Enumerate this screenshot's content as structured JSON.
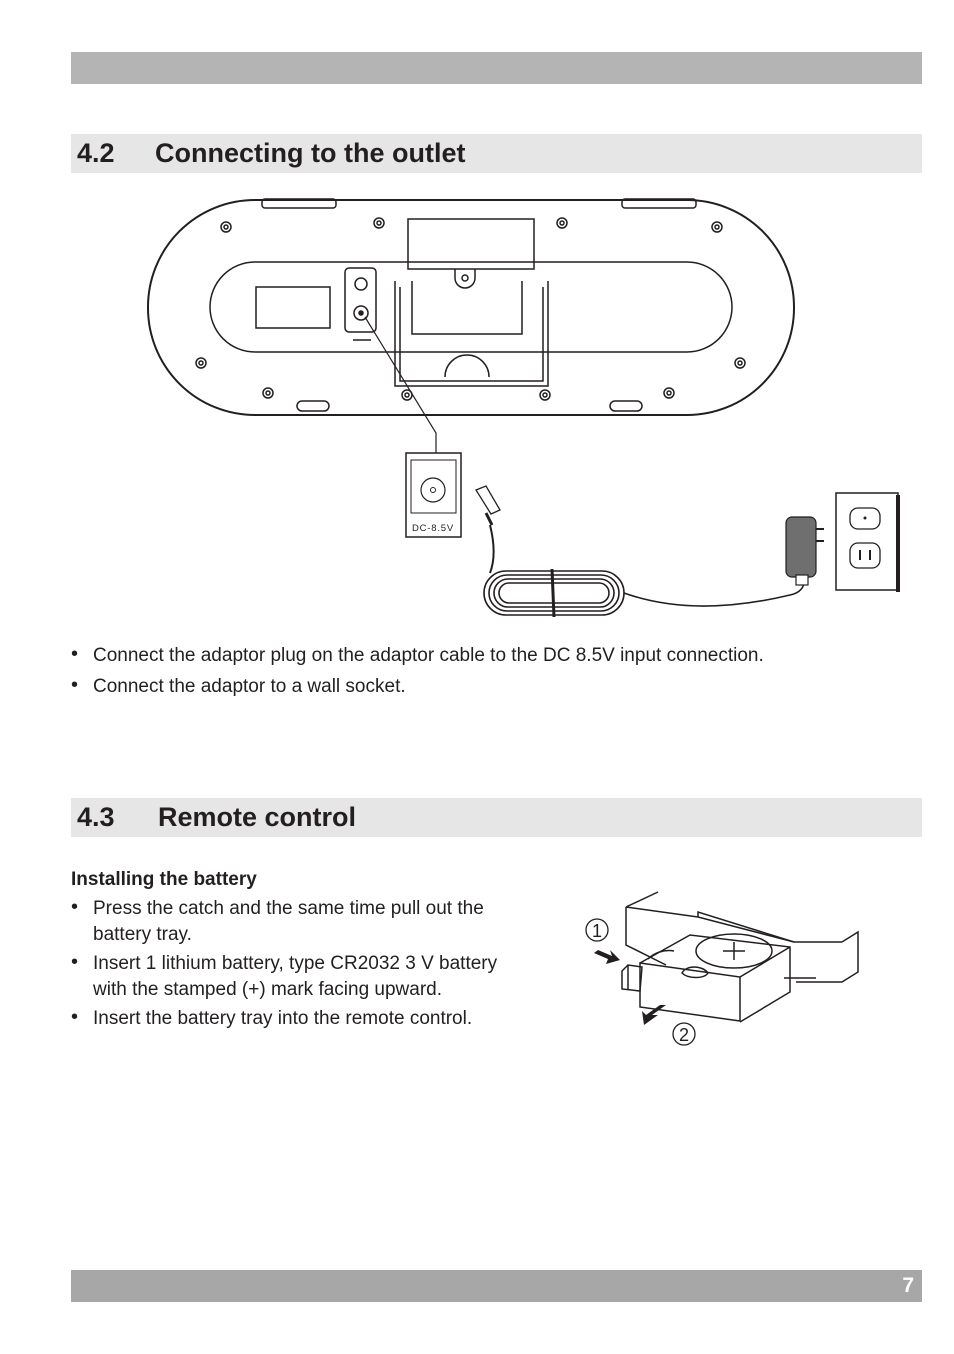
{
  "sections": {
    "s42": {
      "number": "4.2",
      "title": "Connecting to the outlet"
    },
    "s43": {
      "number": "4.3",
      "title": "Remote control"
    }
  },
  "figure_outlet": {
    "jack_label": "DC-8.5V"
  },
  "outlet_steps": [
    "Connect the adaptor plug on the adaptor cable to the DC 8.5V input connection.",
    "Connect the adaptor to a wall socket."
  ],
  "battery": {
    "heading": "Installing the battery",
    "steps": [
      "Press the catch and the same time pull out the battery tray.",
      "Insert 1 lithium battery, type CR2032 3 V battery with the stamped (+) mark facing upward.",
      "Insert the battery tray into the remote control."
    ]
  },
  "figure_battery": {
    "step_labels": [
      "1",
      "2"
    ]
  },
  "footer": {
    "page_number": "7"
  },
  "colors": {
    "header_bar": "#b4b4b4",
    "section_bg": "#e6e6e6",
    "footer_bar": "#a7a7a7",
    "text": "#231f20"
  }
}
